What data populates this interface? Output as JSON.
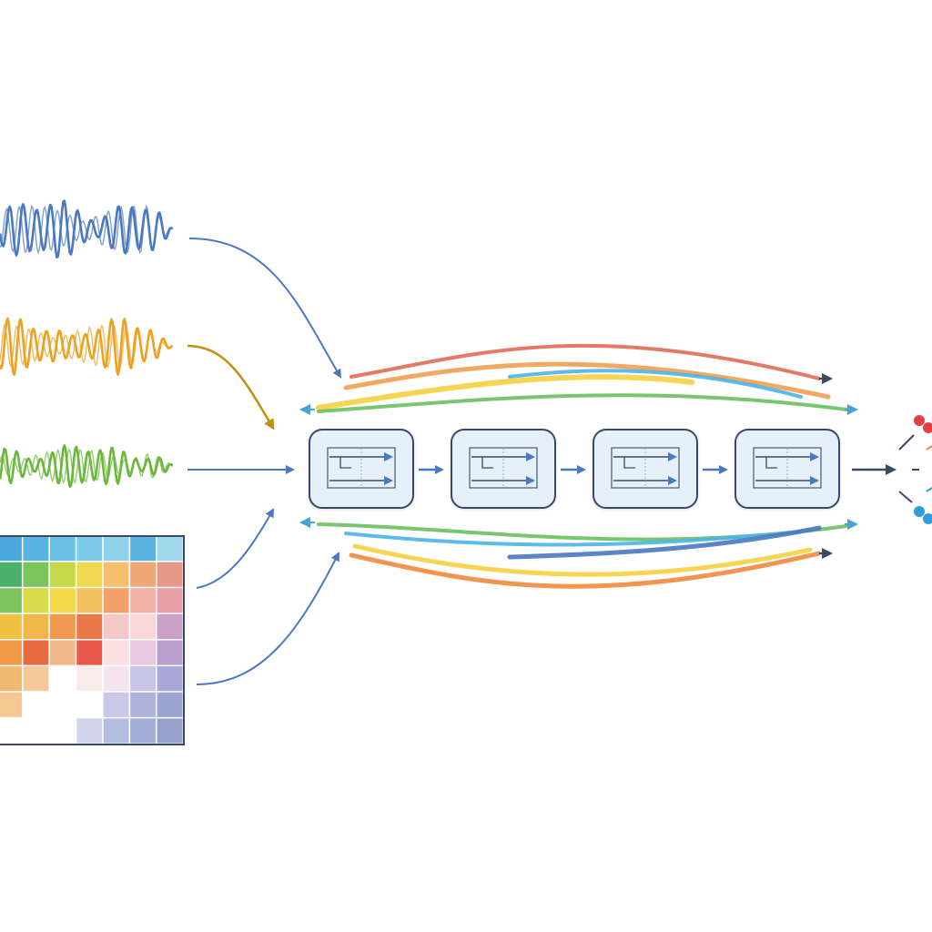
{
  "diagram": {
    "signals": [
      {
        "name": "signal-blue",
        "color": "#4a78c2"
      },
      {
        "name": "signal-orange",
        "color": "#f0a020"
      },
      {
        "name": "signal-green",
        "color": "#6ab83a"
      }
    ],
    "heatmap": {
      "rows": [
        [
          "#4aa8dc",
          "#5ab4e0",
          "#6cc0e6",
          "#7dcbe8",
          "#8ed3ea",
          "#5ab4e0",
          "#a0d8ee"
        ],
        [
          "#4cb06a",
          "#7cc45c",
          "#c4d84a",
          "#f0d850",
          "#f4c070",
          "#f0a878",
          "#e89888"
        ],
        [
          "#7cc45c",
          "#d4dc4c",
          "#f4d848",
          "#f4c060",
          "#f0a068",
          "#f0b0a8",
          "#e8a0a8"
        ],
        [
          "#f0c040",
          "#f0b848",
          "#f09850",
          "#e87848",
          "#f4c8c8",
          "#f8d8d8",
          "#c8a0c8"
        ],
        [
          "#f09a48",
          "#e86a40",
          "#f4b888",
          "#e85848",
          "#fae0e0",
          "#e8c8e0",
          "#b8a0d0"
        ],
        [
          "#f0b870",
          "#f4c898",
          "#ffffff",
          "#fbecec",
          "#f4e4ee",
          "#c8c4e4",
          "#a8a8d8"
        ],
        [
          "#f4c890",
          "#ffffff",
          "#ffffff",
          "#ffffff",
          "#c8c8e8",
          "#b0b4dc",
          "#9ca4d4"
        ],
        [
          "#ffffff",
          "#ffffff",
          "#ffffff",
          "#d0d4ec",
          "#b4bce0",
          "#a4acd8",
          "#98a0d0"
        ]
      ]
    },
    "blocks": [
      {
        "name": "block-1"
      },
      {
        "name": "block-2"
      },
      {
        "name": "block-3"
      },
      {
        "name": "block-4"
      }
    ],
    "ribbon_colors": {
      "top": [
        "#e06a55",
        "#f0a050",
        "#4ab4e8",
        "#f4d040",
        "#6ac060"
      ],
      "bottom": [
        "#6ac060",
        "#4ab4e8",
        "#4a78c2",
        "#f4d040",
        "#f08a40"
      ]
    },
    "output_nodes": [
      {
        "name": "output-node-red-1",
        "color": "#e04040"
      },
      {
        "name": "output-node-red-2",
        "color": "#e04040"
      },
      {
        "name": "output-node-blue-1",
        "color": "#2e9ed8"
      },
      {
        "name": "output-node-blue-2",
        "color": "#2e9ed8"
      }
    ],
    "accent": "#4a78c2",
    "block_fill": "#e6f0fa",
    "block_stroke": "#3a4a66"
  }
}
